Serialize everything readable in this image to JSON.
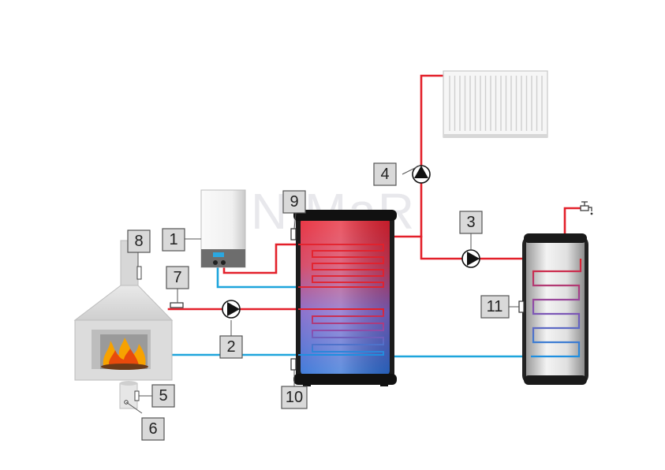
{
  "watermark": "NIMaR",
  "colors": {
    "hot": "#e3202a",
    "cold": "#1ea5dc",
    "tank_top": "#e8202e",
    "tank_bottom": "#2a6fd6",
    "label_fill": "#d9d9d9"
  },
  "labels": {
    "boiler": "1",
    "fireplace_pump": "2",
    "dhw_pump": "3",
    "radiator_pump": "4",
    "ash_container": "5",
    "ash_sensor": "6",
    "flow_sensor": "7",
    "flue_sensor": "8",
    "buffer_top_sensor": "9",
    "buffer_bottom_sensor": "10",
    "dhw_sensor": "11"
  },
  "icons": {
    "radiator": "radiator-icon",
    "faucet": "faucet-icon",
    "pump": "pump-icon",
    "fire": "fire-icon"
  }
}
